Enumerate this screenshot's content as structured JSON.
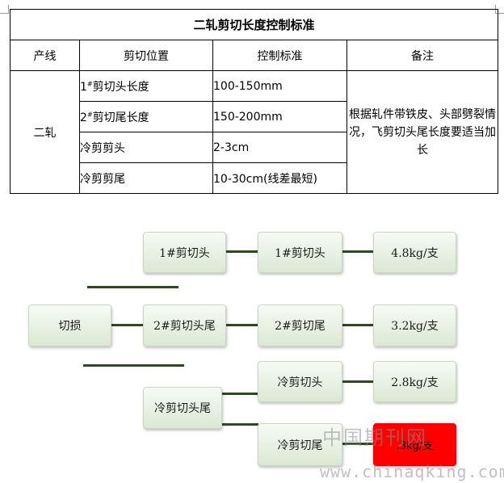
{
  "table": {
    "title": "二轧剪切长度控制标准",
    "headers": [
      "产线",
      "剪切位置",
      "控制标准",
      "备注"
    ],
    "line": "二轧",
    "rows": [
      {
        "pos_num": "1",
        "pos_sup": "#",
        "pos_text": "剪切头长度",
        "std": "100-150mm"
      },
      {
        "pos_num": "2",
        "pos_sup": "#",
        "pos_text": "剪切尾长度",
        "std": "150-200mm"
      },
      {
        "pos_num": "",
        "pos_sup": "",
        "pos_text": "冷剪剪头",
        "std": "2-3cm"
      },
      {
        "pos_num": "",
        "pos_sup": "",
        "pos_text": "冷剪剪尾",
        "std": "10-30cm(线差最短)"
      }
    ],
    "note": "根据轧件带铁皮、头部劈裂情况，飞剪切头尾长度要适当加长"
  },
  "diagram": {
    "root": "切损",
    "b1": "1#剪切头",
    "b2": "1#剪切头",
    "v1": "4.8kg/支",
    "c1": "2#剪切头尾",
    "c2": "2#剪切尾",
    "v2": "3.2kg/支",
    "d1": "冷剪切头尾",
    "d2": "冷剪切头",
    "v3": "2.8kg/支",
    "d3": "冷剪切尾",
    "v4": ".3kg/支"
  },
  "watermark": {
    "cn": "中国期刊网",
    "url": "www.chinaqking.com"
  },
  "colors": {
    "connector": "#2b4a1e",
    "box_fill": "#dbe8d3",
    "highlight": "#ff0000"
  }
}
